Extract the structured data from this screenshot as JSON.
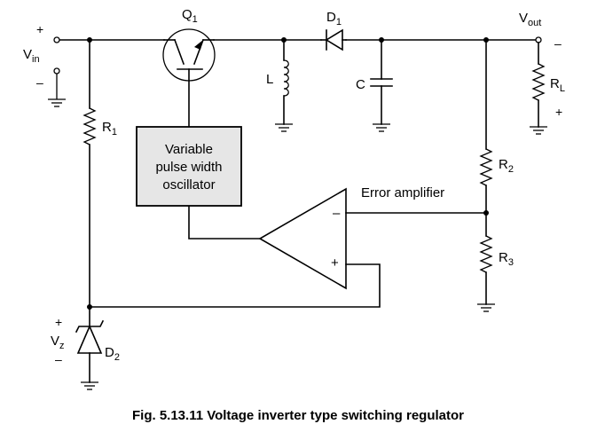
{
  "caption": "Fig. 5.13.11 Voltage inverter type switching regulator",
  "components": {
    "q1": {
      "main": "Q",
      "sub": "1"
    },
    "d1": {
      "main": "D",
      "sub": "1"
    },
    "d2": {
      "main": "D",
      "sub": "2"
    },
    "r1": {
      "main": "R",
      "sub": "1"
    },
    "r2": {
      "main": "R",
      "sub": "2"
    },
    "r3": {
      "main": "R",
      "sub": "3"
    },
    "rl": {
      "main": "R",
      "sub": "L"
    },
    "inductor": "L",
    "capacitor": "C"
  },
  "terminals": {
    "vin": {
      "main": "V",
      "sub": "in",
      "plus": "+",
      "minus": "–"
    },
    "vout": {
      "main": "V",
      "sub": "out",
      "plus": "+",
      "minus": "–"
    },
    "vz": {
      "main": "V",
      "sub": "z",
      "plus": "+",
      "minus": "–"
    }
  },
  "oscillator": {
    "line1": "Variable",
    "line2": "pulse width",
    "line3": "oscillator"
  },
  "error_amplifier": {
    "label": "Error amplifier",
    "inv": "–",
    "noninv": "+"
  }
}
